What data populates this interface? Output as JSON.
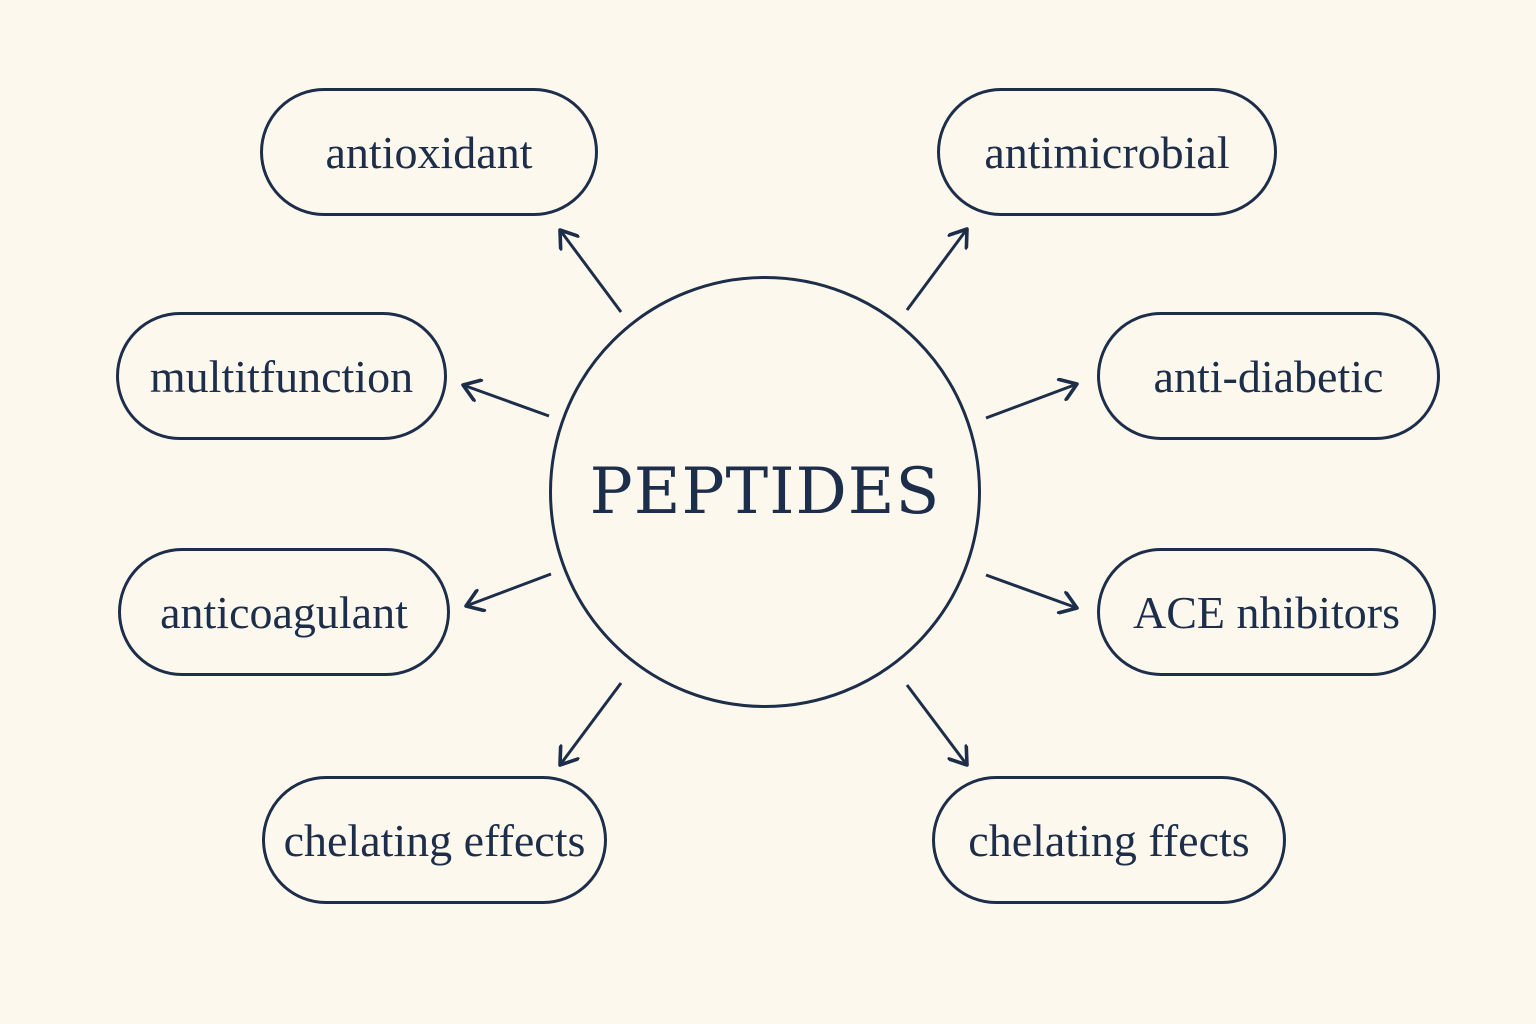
{
  "center": {
    "label": "PEPTIDES"
  },
  "nodes": [
    {
      "label": "antioxidant"
    },
    {
      "label": "antimicrobial"
    },
    {
      "label": "multitfunction"
    },
    {
      "label": "anti-diabetic"
    },
    {
      "label": "anticoagulant"
    },
    {
      "label": "ACE nhibitors"
    },
    {
      "label": "chelating effects"
    },
    {
      "label": "chelating ffects"
    }
  ],
  "colors": {
    "background": "#fdf8ee",
    "stroke": "#1d2e4a",
    "text": "#1d2e4a"
  }
}
